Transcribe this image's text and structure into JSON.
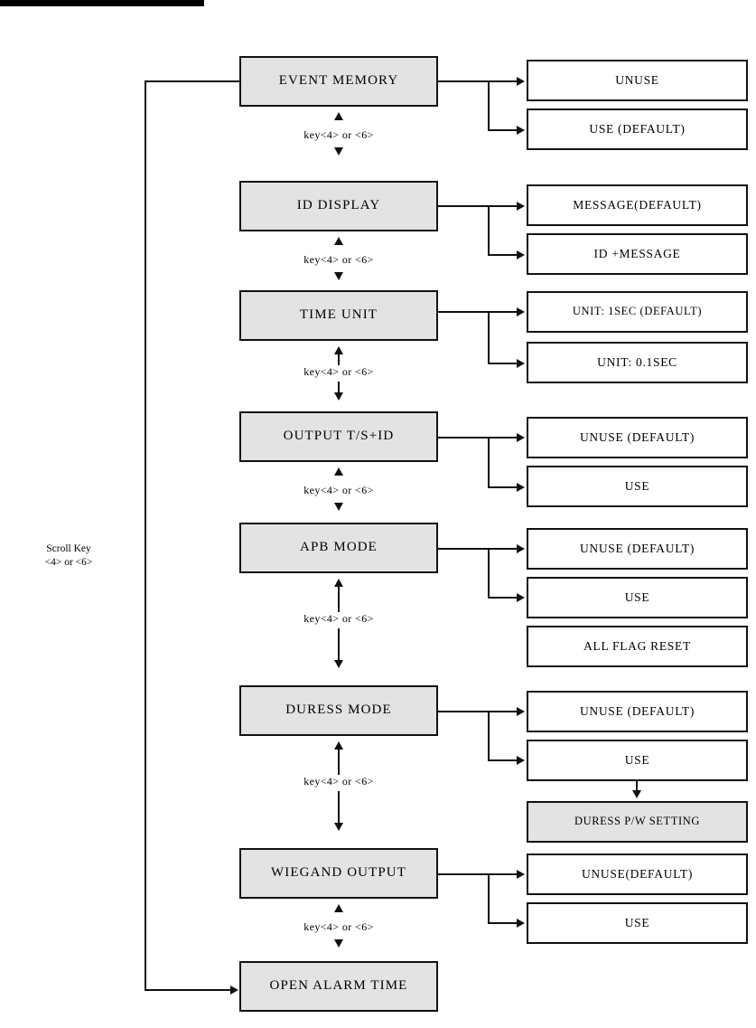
{
  "diagram": {
    "title_bar": "",
    "scroll_label": {
      "line1": "Scroll Key",
      "line2": "<4> or <6>"
    },
    "transition_label": "key<4> or <6>",
    "colors": {
      "shaded_fill": "#e3e3e3",
      "line": "#111111",
      "plain_fill": "#ffffff"
    },
    "menu_items": [
      {
        "name": "event-memory",
        "label": "EVENT MEMORY",
        "options": [
          {
            "label": "UNUSE",
            "shaded": false,
            "has_arrow": true
          },
          {
            "label": "USE (DEFAULT)",
            "shaded": false,
            "has_arrow": true
          }
        ]
      },
      {
        "name": "id-display",
        "label": "ID DISPLAY",
        "options": [
          {
            "label": "MESSAGE(DEFAULT)",
            "shaded": false,
            "has_arrow": true
          },
          {
            "label": "ID +MESSAGE",
            "shaded": false,
            "has_arrow": true
          }
        ]
      },
      {
        "name": "time-unit",
        "label": "TIME  UNIT",
        "options": [
          {
            "label": "UNIT: 1SEC (DEFAULT)",
            "shaded": false,
            "has_arrow": true
          },
          {
            "label": "UNIT: 0.1SEC",
            "shaded": false,
            "has_arrow": true
          }
        ]
      },
      {
        "name": "output-ts-id",
        "label": "OUTPUT T/S+ID",
        "options": [
          {
            "label": "UNUSE (DEFAULT)",
            "shaded": false,
            "has_arrow": true
          },
          {
            "label": "USE",
            "shaded": false,
            "has_arrow": true
          }
        ]
      },
      {
        "name": "apb-mode",
        "label": "APB MODE",
        "options": [
          {
            "label": "UNUSE (DEFAULT)",
            "shaded": false,
            "has_arrow": true
          },
          {
            "label": "USE",
            "shaded": false,
            "has_arrow": true
          },
          {
            "label": "ALL  FLAG  RESET",
            "shaded": false,
            "has_arrow": false
          }
        ]
      },
      {
        "name": "duress-mode",
        "label": "DURESS MODE",
        "options": [
          {
            "label": "UNUSE (DEFAULT)",
            "shaded": false,
            "has_arrow": true
          },
          {
            "label": "USE",
            "shaded": false,
            "has_arrow": true
          },
          {
            "label": "DURESS P/W SETTING",
            "shaded": true,
            "has_arrow": false
          }
        ]
      },
      {
        "name": "wiegand-output",
        "label": "WIEGAND OUTPUT",
        "options": [
          {
            "label": "UNUSE(DEFAULT)",
            "shaded": false,
            "has_arrow": true
          },
          {
            "label": "USE",
            "shaded": false,
            "has_arrow": true
          }
        ]
      },
      {
        "name": "open-alarm-time",
        "label": "OPEN ALARM TIME",
        "options": []
      }
    ]
  }
}
